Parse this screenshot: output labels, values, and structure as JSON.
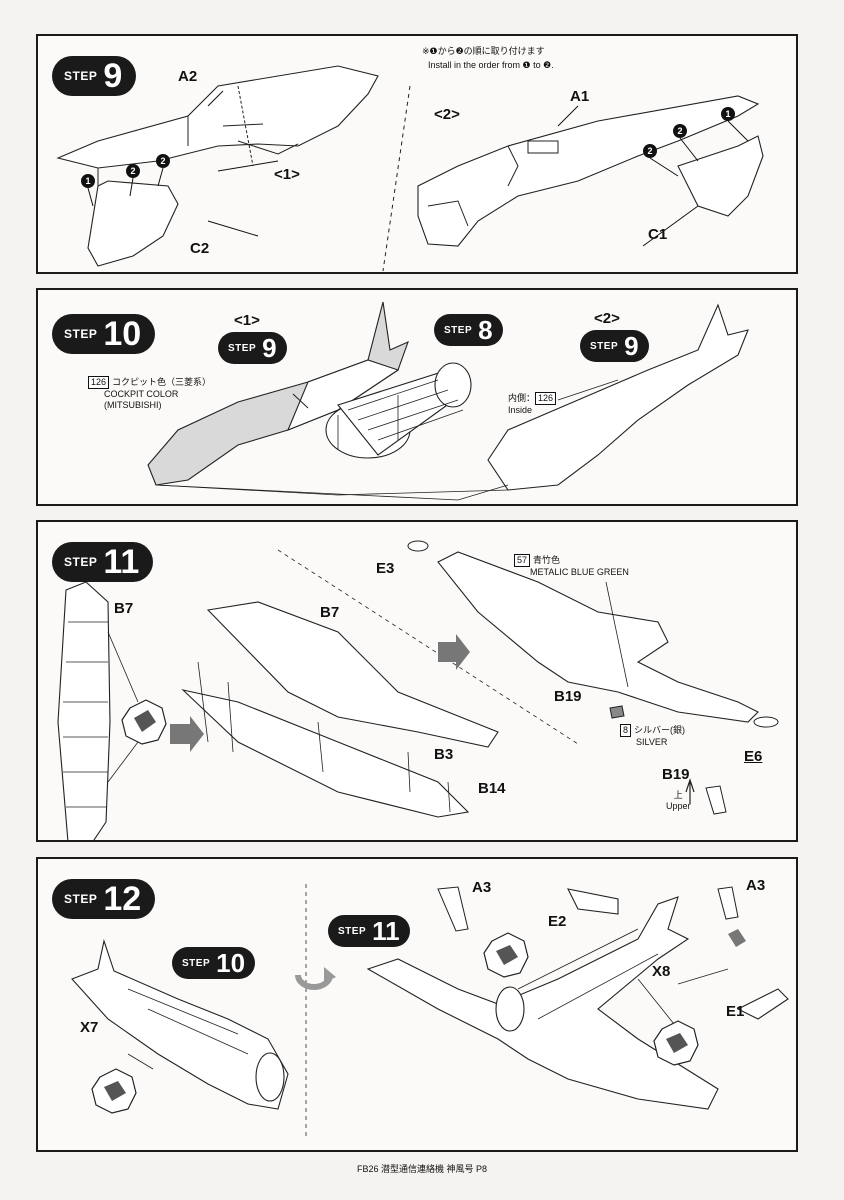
{
  "step9": {
    "step_word": "STEP",
    "step_num": "9",
    "labels": {
      "a2": "A2",
      "sub1": "<1>",
      "c2": "C2",
      "sub2": "<2>",
      "a1": "A1",
      "c1": "C1"
    },
    "order_jp": "※❶から❷の順に取り付けます",
    "order_en": "Install in the order from ❶ to ❷.",
    "markers": [
      "1",
      "2"
    ]
  },
  "step10": {
    "step_word": "STEP",
    "step_num": "10",
    "sub1": "<1>",
    "sub2": "<2>",
    "ref_step_a": "9",
    "ref_step_b": "8",
    "ref_step_c": "9",
    "paint_no": "126",
    "paint_jp": "コクピット色（三菱系）",
    "paint_en": "COCKPIT COLOR",
    "paint_maker": "(MITSUBISHI)",
    "inside_jp": "内側：",
    "inside_en": "Inside",
    "inside_paint": "126"
  },
  "step11": {
    "step_word": "STEP",
    "step_num": "11",
    "labels": {
      "b7a": "B7",
      "b7b": "B7",
      "b3": "B3",
      "b14": "B14",
      "e3": "E3",
      "b19a": "B19",
      "e6": "E6",
      "b19b": "B19"
    },
    "paint57_no": "57",
    "paint57_jp": "青竹色",
    "paint57_en": "METALIC BLUE GREEN",
    "paint8_no": "8",
    "paint8_jp": "シルバー(銀)",
    "paint8_en": "SILVER",
    "upper_jp": "上",
    "upper_en": "Upper"
  },
  "step12": {
    "step_word": "STEP",
    "step_num": "12",
    "ref_step_a": "10",
    "ref_step_b": "11",
    "labels": {
      "x7": "X7",
      "a3a": "A3",
      "e2": "E2",
      "a3b": "A3",
      "x8": "X8",
      "e1": "E1"
    }
  },
  "footer": "FB26 潜型通信連絡機 神風号 P8"
}
